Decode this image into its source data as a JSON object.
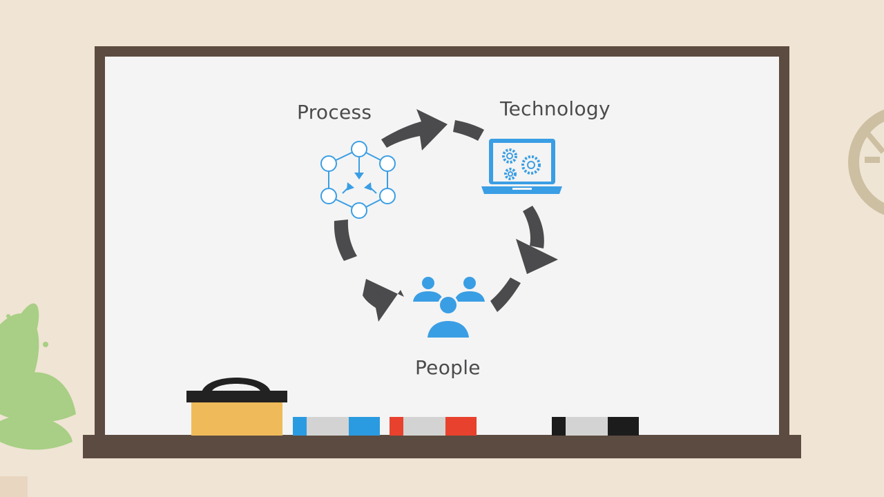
{
  "diagram": {
    "title": "",
    "nodes": [
      {
        "id": "process",
        "label": "Process",
        "icon": "network-process-icon"
      },
      {
        "id": "technology",
        "label": "Technology",
        "icon": "laptop-gears-icon"
      },
      {
        "id": "people",
        "label": "People",
        "icon": "people-group-icon"
      }
    ],
    "cycle_direction": "clockwise",
    "edges": [
      {
        "from": "process",
        "to": "technology"
      },
      {
        "from": "technology",
        "to": "people"
      },
      {
        "from": "people",
        "to": "process"
      }
    ]
  },
  "colors": {
    "background": "#f0e4d4",
    "board_frame": "#5c4b40",
    "board_surface": "#f4f4f4",
    "arrow": "#4b4b4d",
    "icon_blue": "#3a9ee4",
    "text": "#4b4b4d",
    "eraser_body": "#efbb5a",
    "eraser_handle": "#222222",
    "plant": "#a8cf85",
    "clock": "#cdbfa1"
  },
  "markers": [
    {
      "color": "blue",
      "cap": "#2a9be0",
      "band": "#d3d3d3"
    },
    {
      "color": "red",
      "cap": "#e8412d",
      "band": "#d3d3d3"
    },
    {
      "color": "black",
      "cap": "#1c1c1c",
      "band": "#d3d3d3"
    }
  ]
}
